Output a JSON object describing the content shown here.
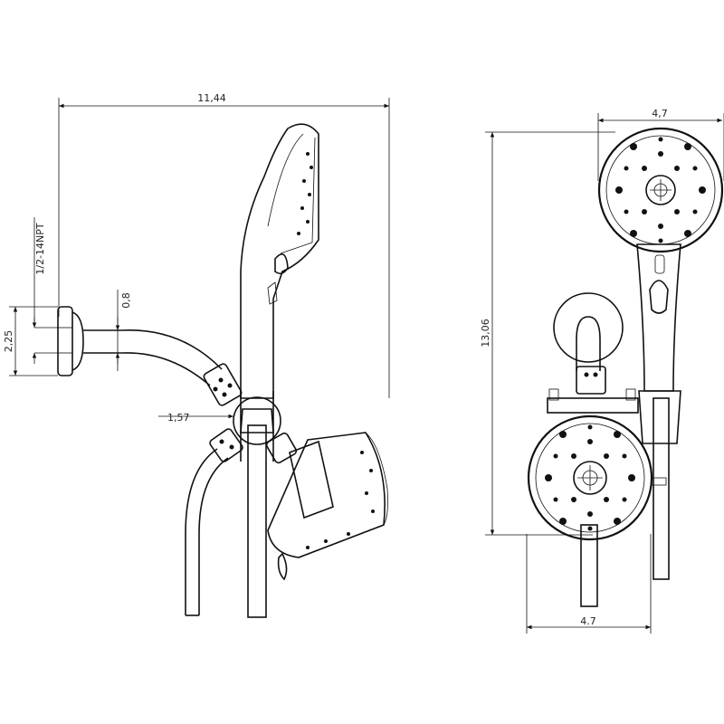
{
  "dimensions": {
    "side_width": "11,44",
    "inlet_thread": "1/2-14NPT",
    "flange_height": "2,25",
    "arm_diameter": "0,8",
    "holder_diameter": "1,57",
    "front_height": "13,06",
    "front_top_width": "4,7",
    "front_bottom_width": "4.7"
  }
}
